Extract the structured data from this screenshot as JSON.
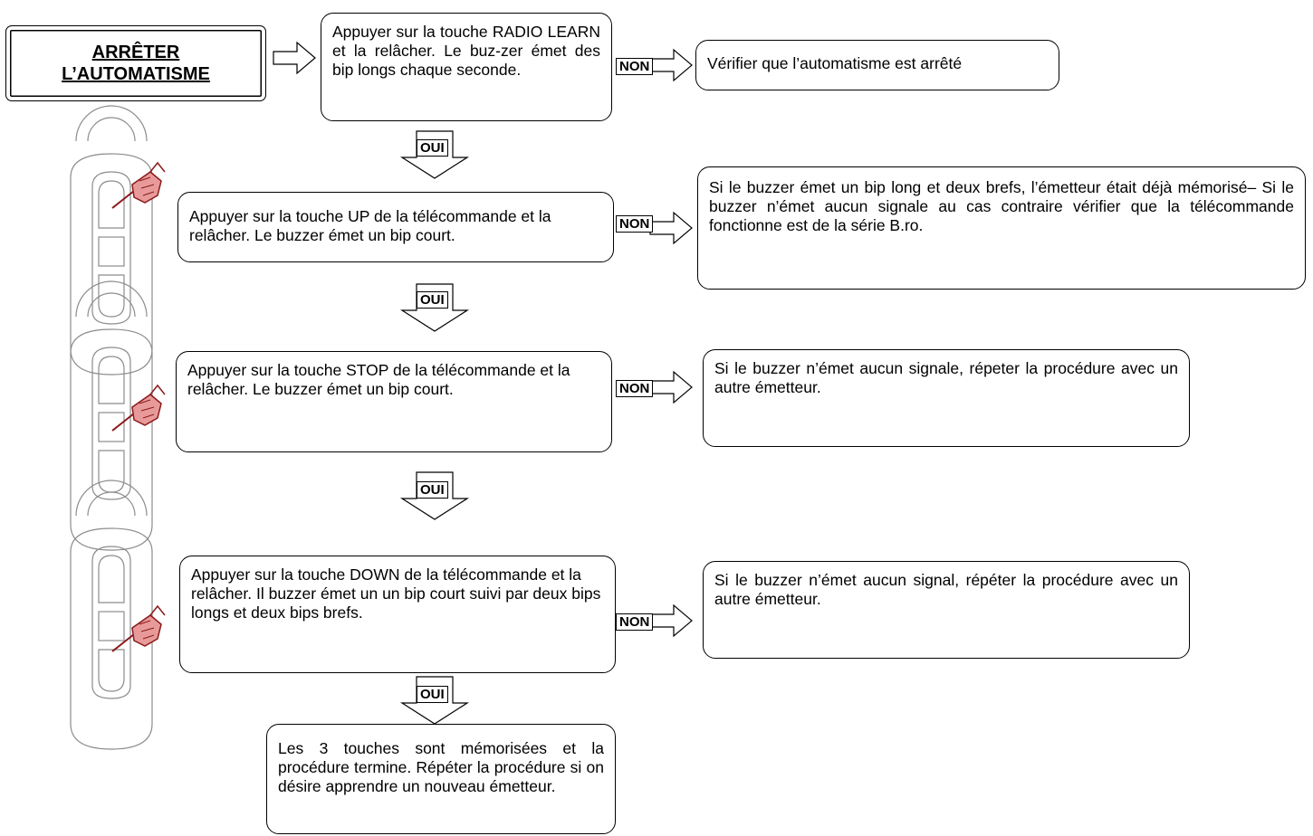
{
  "start": {
    "line1": "ARRÊTER",
    "line2": "L’AUTOMATISME"
  },
  "labels": {
    "yes": "OUI",
    "no": "NON"
  },
  "steps": [
    {
      "text": "Appuyer sur la touche RADIO LEARN et la relâcher. Le buz-zer émet des bip longs chaque seconde.",
      "no_text": "Vérifier que l’automatisme est arrêté"
    },
    {
      "text": "Appuyer sur la touche UP  de la télécommande et la relâcher. Le buzzer émet un bip court.",
      "no_text": "Si le buzzer émet un bip long et deux brefs, l’émetteur était  déjà mémorisé– Si le buzzer n’émet aucun signale  au cas contraire vérifier que la télécommande  fonctionne est de la série B.ro."
    },
    {
      "text": "Appuyer sur la touche STOP de la télécommande et la relâcher. Le buzzer émet un bip court.",
      "no_text": "Si le buzzer n’émet aucun signale, répeter la procédure avec un autre émetteur."
    },
    {
      "text": "Appuyer sur la touche DOWN  de la télécommande  et la relâcher. Il buzzer émet un un bip court suivi par deux bips longs et deux bips brefs.",
      "no_text": "Si le buzzer n’émet aucun signal, répéter la procédure avec un autre émetteur."
    }
  ],
  "final": {
    "text": "Les 3 touches sont mémorisées et la procédure termine. Répéter la procédure si on désire apprendre un nouveau émetteur."
  },
  "icons": [
    "remote-control-press-up-icon",
    "remote-control-press-stop-icon",
    "remote-control-press-down-icon",
    "hollow-arrow-right-icon",
    "hollow-arrow-down-icon"
  ],
  "colors": {
    "hand_fill": "#e89a9a",
    "hand_stroke": "#8b1a1a",
    "remote_stroke": "#8c8c8c"
  }
}
